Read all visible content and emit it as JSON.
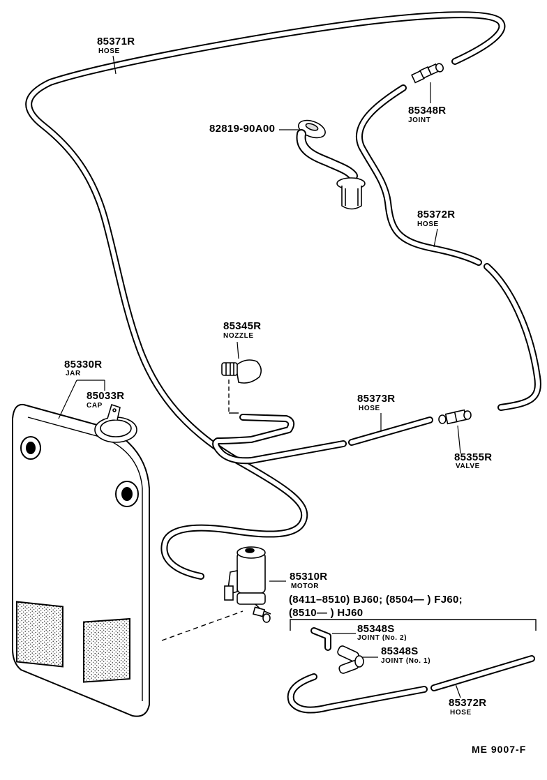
{
  "labels": {
    "hose_85371r": {
      "part": "85371R",
      "name": "HOSE"
    },
    "nozzle_assy": {
      "part": "82819-90A00"
    },
    "joint_85348r": {
      "part": "85348R",
      "name": "JOINT"
    },
    "hose_85372r_upper": {
      "part": "85372R",
      "name": "HOSE"
    },
    "nozzle_85345r": {
      "part": "85345R",
      "name": "NOZZLE"
    },
    "jar_85330r": {
      "part": "85330R",
      "name": "JAR"
    },
    "cap_85033r": {
      "part": "85033R",
      "name": "CAP"
    },
    "hose_85373r": {
      "part": "85373R",
      "name": "HOSE"
    },
    "valve_85355r": {
      "part": "85355R",
      "name": "VALVE"
    },
    "motor_85310r": {
      "part": "85310R",
      "name": "MOTOR"
    },
    "applicability": {
      "line1": "(8411–8510) BJ60; (8504—      ) FJ60;",
      "line2": "(8510—      ) HJ60"
    },
    "joint_85348s_no2": {
      "part": "85348S",
      "name": "JOINT (No. 2)"
    },
    "joint_85348s_no1": {
      "part": "85348S",
      "name": "JOINT (No. 1)"
    },
    "hose_85372r_lower": {
      "part": "85372R",
      "name": "HOSE"
    },
    "figure_code": "ME  9007-F"
  }
}
